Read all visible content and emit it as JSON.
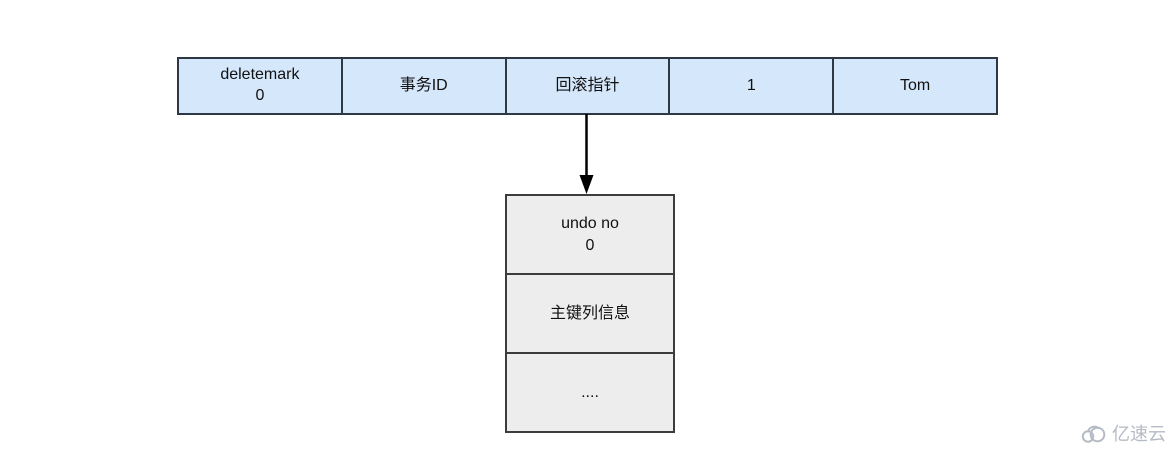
{
  "diagram": {
    "record_row": {
      "cells": [
        {
          "label": "deletemark",
          "sub": "0"
        },
        {
          "label": "事务ID"
        },
        {
          "label": "回滚指针"
        },
        {
          "label": "1"
        },
        {
          "label": "Tom"
        }
      ]
    },
    "undo_stack": {
      "cells": [
        {
          "label": "undo no",
          "sub": "0"
        },
        {
          "label": "主键列信息"
        },
        {
          "label": "...."
        }
      ]
    },
    "colors": {
      "record_fill": "#d5e7fa",
      "record_border": "#2e3845",
      "undo_fill": "#ededed",
      "undo_border": "#3c3c3c",
      "arrow": "#000000",
      "watermark": "#b5bbc4"
    }
  },
  "watermark": {
    "text": "亿速云",
    "icon": "cloud-logo-icon"
  }
}
